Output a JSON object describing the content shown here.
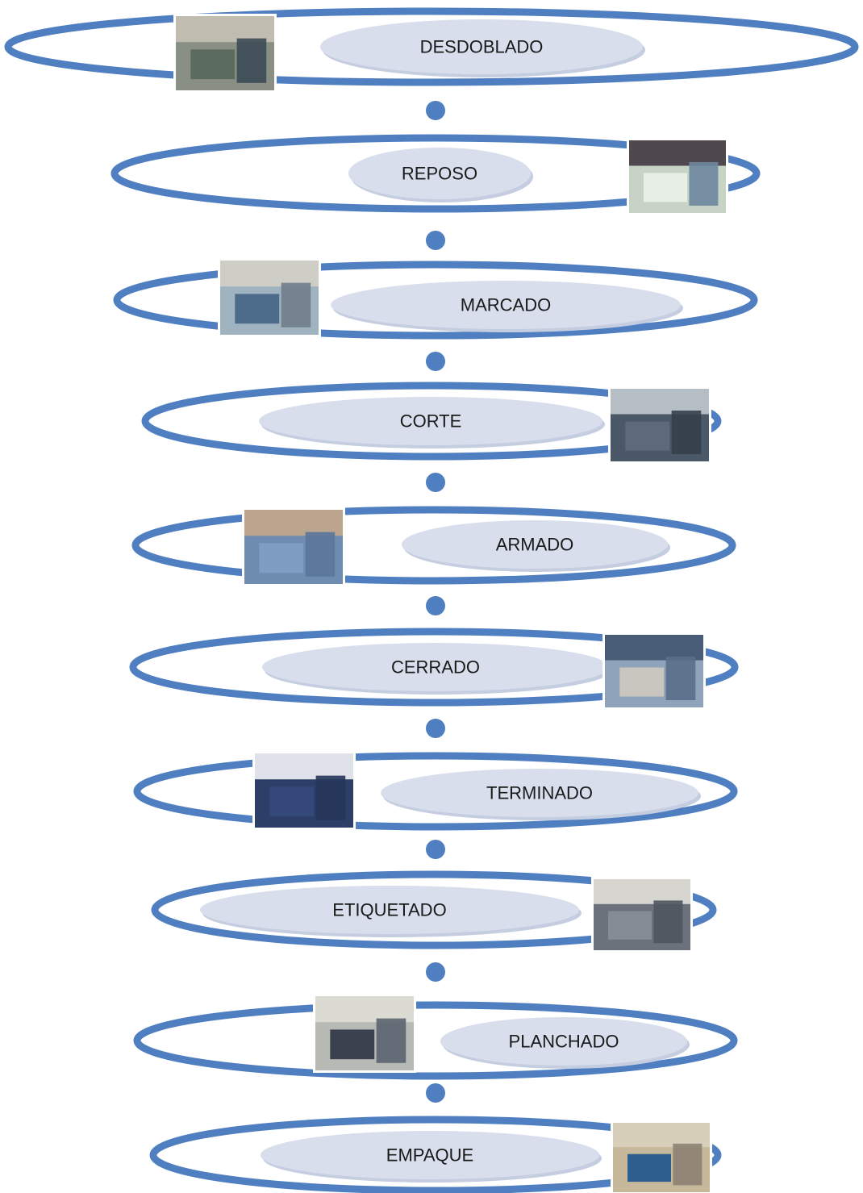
{
  "steps": [
    {
      "label": "DESDOBLADO",
      "photo": "sewing-floor-photo",
      "colors": [
        "#8a8f86",
        "#5c6b5f",
        "#c9c4b6",
        "#3b4a55"
      ]
    },
    {
      "label": "REPOSO",
      "photo": "seamstress-photo",
      "colors": [
        "#c7d3c4",
        "#e8efe6",
        "#3a2f3a",
        "#6d87a0"
      ]
    },
    {
      "label": "MARCADO",
      "photo": "workers-table-photo",
      "colors": [
        "#9fb3c0",
        "#4d6b8a",
        "#d7d2c7",
        "#6f7d8a"
      ]
    },
    {
      "label": "CORTE",
      "photo": "cutting-denim-photo",
      "colors": [
        "#4b5868",
        "#5c6a7b",
        "#c9d0d6",
        "#36404c"
      ]
    },
    {
      "label": "ARMADO",
      "photo": "denim-assembly-photo",
      "colors": [
        "#6e8bb0",
        "#7f9cc2",
        "#c9a98a",
        "#5a769b"
      ]
    },
    {
      "label": "CERRADO",
      "photo": "sewing-line-photo",
      "colors": [
        "#8ea2ba",
        "#c9c6bf",
        "#3c4f6b",
        "#5a6e8b"
      ]
    },
    {
      "label": "TERMINADO",
      "photo": "finished-jeans-photo",
      "colors": [
        "#2d3f66",
        "#34487a",
        "#ffffff",
        "#26365a"
      ]
    },
    {
      "label": "ETIQUETADO",
      "photo": "label-tag-photo",
      "colors": [
        "#6c727b",
        "#858c95",
        "#e9e6df",
        "#4f555e"
      ]
    },
    {
      "label": "PLANCHADO",
      "photo": "ironing-photo",
      "colors": [
        "#b7b9b4",
        "#3a4250",
        "#e2e0d8",
        "#5b6470"
      ]
    },
    {
      "label": "EMPAQUE",
      "photo": "packing-boxes-photo",
      "colors": [
        "#c6b89a",
        "#2e5f8f",
        "#d9d2c0",
        "#8c8272"
      ]
    }
  ],
  "colors": {
    "ring": "#4f7fc0",
    "pill": "#d8deec",
    "connector": "#4f7fc0"
  }
}
